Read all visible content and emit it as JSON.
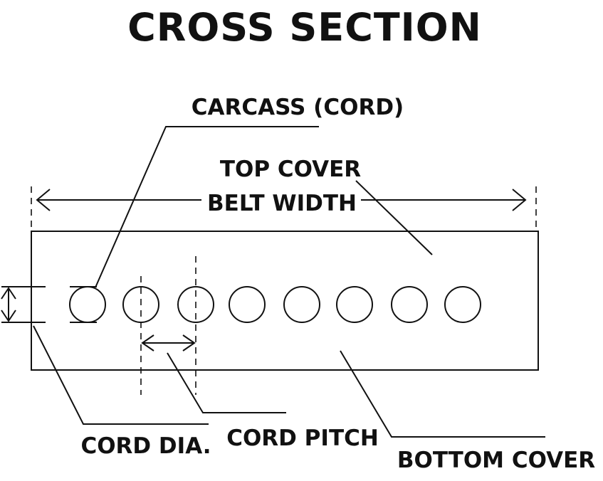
{
  "title": "CROSS SECTION",
  "labels": {
    "carcass": "CARCASS (CORD)",
    "top_cover": "TOP COVER",
    "belt_width": "BELT WIDTH",
    "cord_dia": "CORD DIA.",
    "cord_pitch": "CORD PITCH",
    "bottom_cover": "BOTTOM COVER"
  },
  "cords": 8
}
